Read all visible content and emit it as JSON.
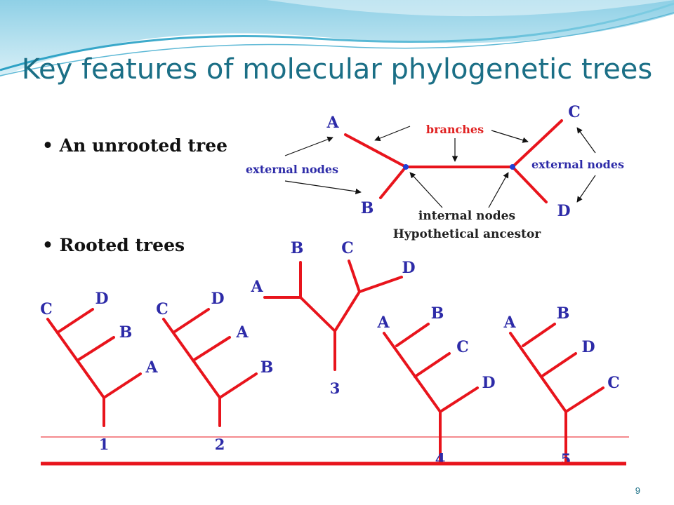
{
  "slide": {
    "title": "Key features of molecular phylogenetic trees",
    "page_number": "9",
    "bullets": [
      "• An unrooted tree",
      "• Rooted trees"
    ]
  },
  "unrooted": {
    "leaves": [
      "A",
      "B",
      "C",
      "D"
    ],
    "branches_label": "branches",
    "external_nodes_label": "external nodes",
    "internal_nodes_label": "internal nodes",
    "ancestor_label": "Hypothetical ancestor"
  },
  "rooted": {
    "trees": [
      {
        "number": "1",
        "leaves": [
          "C",
          "D",
          "B",
          "A"
        ]
      },
      {
        "number": "2",
        "leaves": [
          "C",
          "D",
          "A",
          "B"
        ]
      },
      {
        "number": "3",
        "leaves": [
          "A",
          "B",
          "C",
          "D"
        ]
      },
      {
        "number": "4",
        "leaves": [
          "A",
          "B",
          "C",
          "D"
        ]
      },
      {
        "number": "5",
        "leaves": [
          "A",
          "B",
          "D",
          "C"
        ]
      }
    ]
  },
  "colors": {
    "branch": "#e8141c",
    "label_blue": "#2d2ba8",
    "title": "#1b6f86",
    "node": "#1f3fd6"
  }
}
